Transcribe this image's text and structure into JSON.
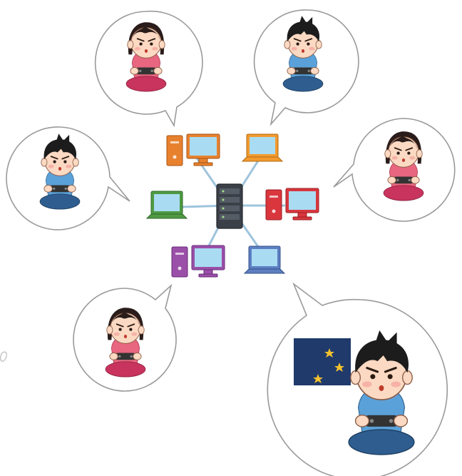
{
  "illustration": {
    "kind": "online multiplayer gaming network",
    "players": [
      {
        "id": "top-left",
        "gender": "girl",
        "expression": "focused",
        "shirt": "#e8667f",
        "pants": "#c8345e"
      },
      {
        "id": "top-right",
        "gender": "boy",
        "expression": "focused",
        "shirt": "#5ba1d9",
        "pants": "#2f5d8f"
      },
      {
        "id": "left",
        "gender": "boy",
        "expression": "focused",
        "shirt": "#5ba1d9",
        "pants": "#2f5d8f"
      },
      {
        "id": "right",
        "gender": "girl",
        "expression": "surprised",
        "shirt": "#e8667f",
        "pants": "#c8345e"
      },
      {
        "id": "bottom-left",
        "gender": "girl",
        "expression": "focused",
        "shirt": "#e8667f",
        "pants": "#c8345e"
      },
      {
        "id": "bottom-right",
        "gender": "boy",
        "expression": "surprised",
        "shirt": "#5ba1d9",
        "pants": "#2f5d8f",
        "background": "night sky"
      }
    ],
    "devices": [
      {
        "id": "pc-orange",
        "type": "desktop",
        "color": "#e8812e"
      },
      {
        "id": "laptop-orange",
        "type": "laptop",
        "color": "#f29a2e"
      },
      {
        "id": "laptop-green",
        "type": "laptop",
        "color": "#4f9a44"
      },
      {
        "id": "pc-red",
        "type": "desktop",
        "color": "#d9363e"
      },
      {
        "id": "pc-purple",
        "type": "desktop",
        "color": "#9a4fa8"
      },
      {
        "id": "laptop-blue",
        "type": "laptop",
        "color": "#5d7fc2"
      }
    ],
    "server_color": "#3b4048",
    "link_color": "#9fc4dc",
    "screen_color": "#a9dcf2",
    "night_sky_color": "#1f3a6b",
    "star_color": "#f2c12e"
  }
}
